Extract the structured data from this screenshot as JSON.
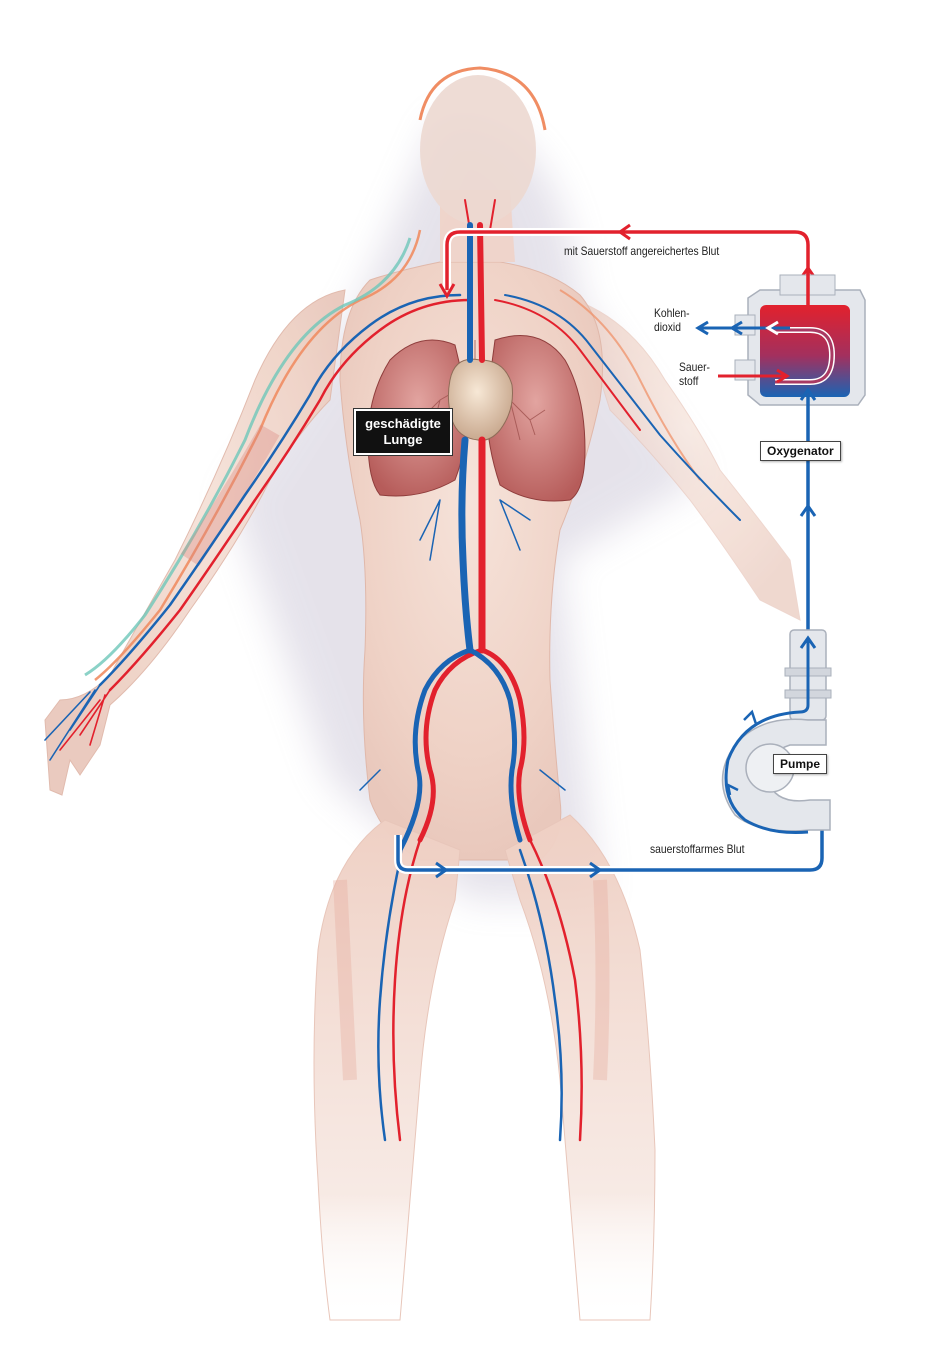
{
  "labels": {
    "oxygenated_blood": "mit Sauerstoff angereichertes Blut",
    "deoxygenated_blood": "sauerstoffarmes Blut",
    "carbon_dioxide": "Kohlen-\ndioxid",
    "oxygen": "Sauer-\nstoff",
    "damaged_lung": "geschädigte\nLunge",
    "oxygenator": "Oxygenator",
    "pump": "Pumpe"
  },
  "colors": {
    "oxygenated": "#e2212d",
    "deoxygenated": "#1a64b4",
    "body_skin": "#f3d9cf",
    "lung": "#c9706e",
    "label_box": "#111111"
  }
}
